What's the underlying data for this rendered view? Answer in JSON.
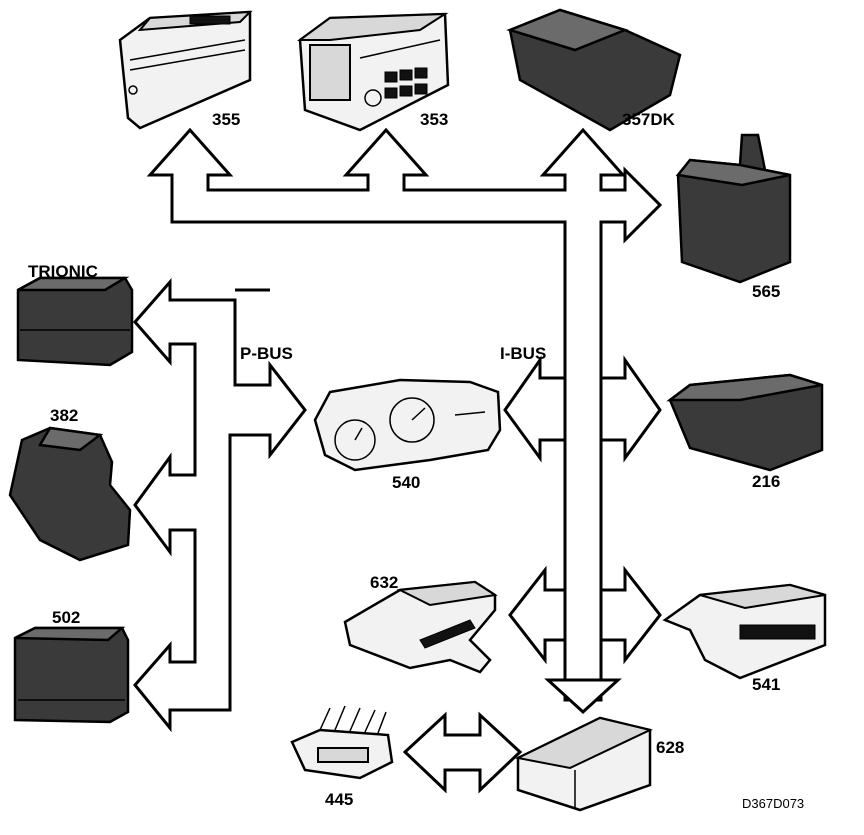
{
  "bus_labels": {
    "p_bus": "P-BUS",
    "i_bus": "I-BUS"
  },
  "modules": [
    {
      "id": "355",
      "label": "355"
    },
    {
      "id": "353",
      "label": "353"
    },
    {
      "id": "357dk",
      "label": "357DK"
    },
    {
      "id": "565",
      "label": "565"
    },
    {
      "id": "trionic",
      "label": "TRIONIC"
    },
    {
      "id": "382",
      "label": "382"
    },
    {
      "id": "502",
      "label": "502"
    },
    {
      "id": "540",
      "label": "540"
    },
    {
      "id": "216",
      "label": "216"
    },
    {
      "id": "632",
      "label": "632"
    },
    {
      "id": "541",
      "label": "541"
    },
    {
      "id": "628",
      "label": "628"
    },
    {
      "id": "445",
      "label": "445"
    }
  ],
  "figure_code": "D367D073"
}
